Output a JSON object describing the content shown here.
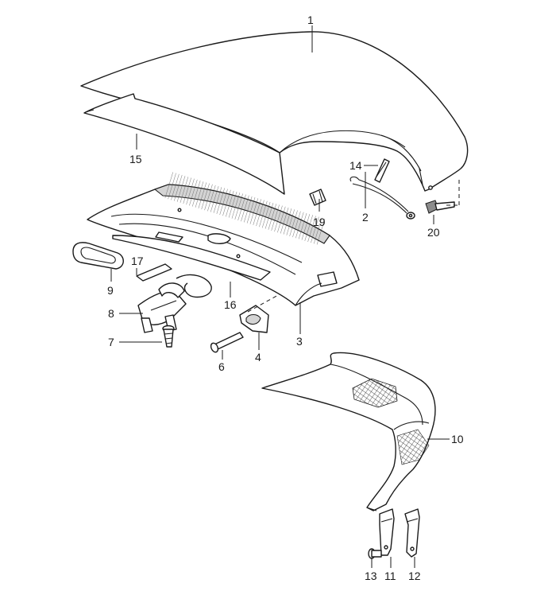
{
  "callouts": [
    "1",
    "2",
    "3",
    "4",
    "6",
    "7",
    "8",
    "9",
    "10",
    "11",
    "12",
    "13",
    "14",
    "15",
    "16",
    "17",
    "19",
    "20"
  ],
  "colors": {
    "line": "#1a1a1a",
    "fill": "#ffffff",
    "shade": "#d4d4d4",
    "dark": "#8c8c8c"
  }
}
